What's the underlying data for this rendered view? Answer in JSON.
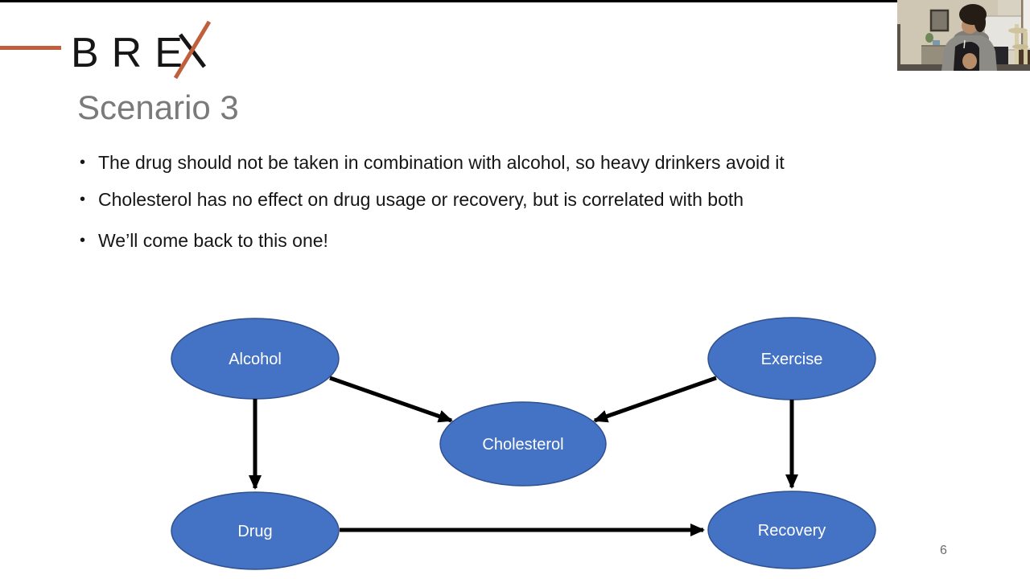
{
  "logo": {
    "wordmark": "BREX",
    "letters_text": "BRE",
    "x_letter": "X",
    "accent_color": "#C05F3C",
    "text_color": "#161616"
  },
  "slide": {
    "title": "Scenario 3",
    "bullet_char": "•",
    "bullets": [
      "The drug should not be taken in combination with alcohol, so heavy drinkers avoid it",
      "Cholesterol has no effect on drug usage or recovery, but is correlated with both",
      "We’ll come back to this one!"
    ],
    "page_number": "6"
  },
  "diagram": {
    "type": "causal-dag",
    "node_fill_color": "#4472C4",
    "node_border_color": "#2F528F",
    "node_label_color": "#FFFFFF",
    "arrow_color": "#000000",
    "nodes": [
      {
        "id": "alcohol",
        "label": "Alcohol"
      },
      {
        "id": "exercise",
        "label": "Exercise"
      },
      {
        "id": "cholesterol",
        "label": "Cholesterol"
      },
      {
        "id": "drug",
        "label": "Drug"
      },
      {
        "id": "recovery",
        "label": "Recovery"
      }
    ],
    "edges": [
      {
        "from": "alcohol",
        "to": "cholesterol"
      },
      {
        "from": "exercise",
        "to": "cholesterol"
      },
      {
        "from": "alcohol",
        "to": "drug"
      },
      {
        "from": "exercise",
        "to": "recovery"
      },
      {
        "from": "drug",
        "to": "recovery"
      }
    ]
  }
}
